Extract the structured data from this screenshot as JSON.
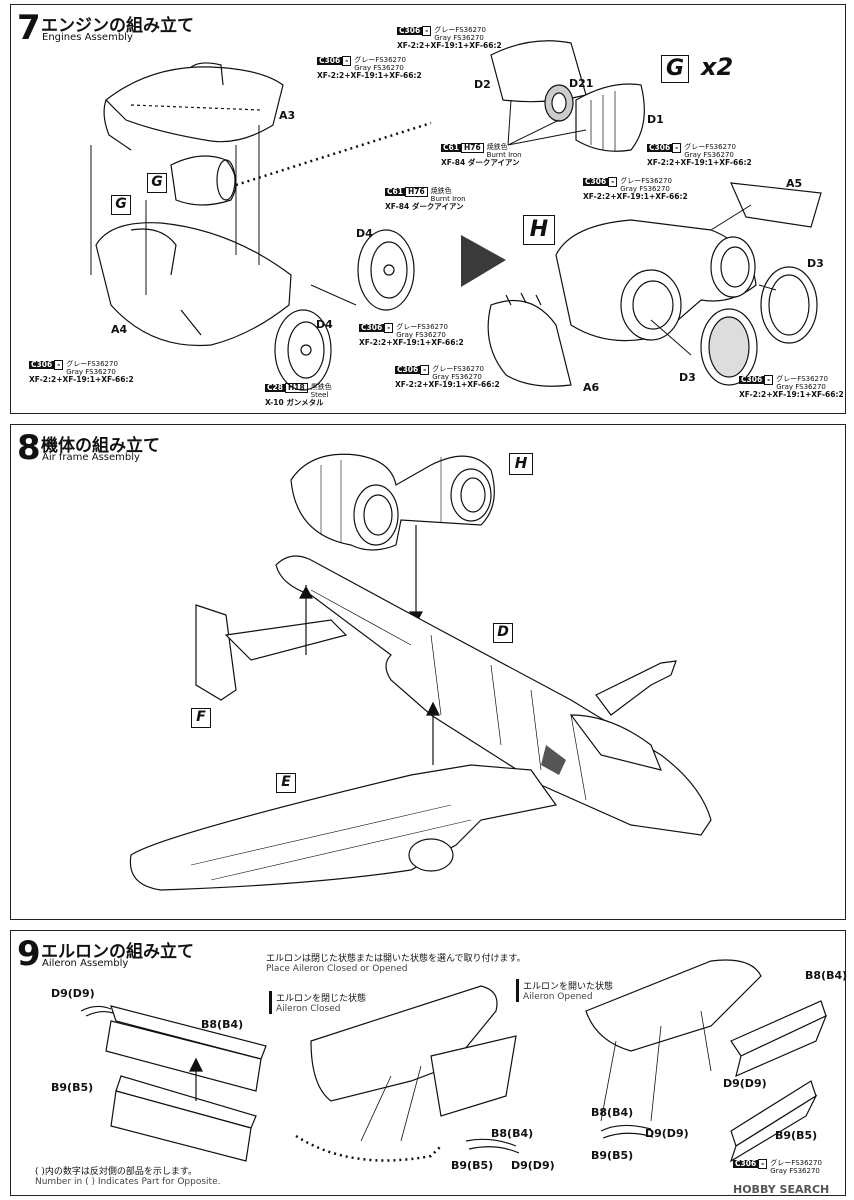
{
  "step7": {
    "number": "7",
    "title_jp": "エンジンの組み立て",
    "title_en": "Engines Assembly",
    "labels": {
      "a3": "A3",
      "a4": "A4",
      "a5": "A5",
      "a6": "A6",
      "d1": "D1",
      "d2": "D2",
      "d21": "D21",
      "d3a": "D3",
      "d3b": "D3",
      "d4a": "D4",
      "d4b": "D4",
      "g1": "G",
      "g2": "G",
      "gx": "G",
      "x2": "x2",
      "h": "H"
    },
    "paints": {
      "gray": {
        "code": "C306",
        "sub": "-",
        "jp": "グレーFS36270",
        "en": "Gray FS36270",
        "mix": "XF-2:2+XF-19:1+XF-66:2"
      },
      "iron": {
        "code": "C61",
        "sub": "H76",
        "jp": "焼鉄色",
        "en": "Burnt Iron",
        "mix": "XF-84 ダークアイアン"
      },
      "steel": {
        "code": "C28",
        "sub": "H18",
        "jp": "黒鉄色",
        "en": "Steel",
        "mix": "X-10 ガンメタル"
      }
    }
  },
  "step8": {
    "number": "8",
    "title_jp": "機体の組み立て",
    "title_en": "Air frame Assembly",
    "labels": {
      "h": "H",
      "d": "D",
      "f": "F",
      "e": "E"
    }
  },
  "step9": {
    "number": "9",
    "title_jp": "エルロンの組み立て",
    "title_en": "Aileron Assembly",
    "instruction_jp": "エルロンは閉じた状態または開いた状態を選んで取り付けます。",
    "instruction_en": "Place Aileron Closed or Opened",
    "closed_jp": "エルロンを閉じた状態",
    "closed_en": "Aileron Closed",
    "opened_jp": "エルロンを開いた状態",
    "opened_en": "Aileron Opened",
    "labels": {
      "d9a": "D9(D9)",
      "b8a": "B8(B4)",
      "b9a": "B9(B5)",
      "b8b": "B8(B4)",
      "b9b": "B9(B5)",
      "d9b": "D9(D9)",
      "b8c": "B8(B4)",
      "d9c": "D9(D9)",
      "b9c": "B9(B5)",
      "b8d": "B8(B4)",
      "d9d": "D9(D9)",
      "b9d": "B9(B5)"
    },
    "footnote_jp": "( )内の数字は反対側の部品を示します。",
    "footnote_en": "Number in ( ) Indicates Part for Opposite.",
    "watermark": "HOBBY SEARCH"
  }
}
